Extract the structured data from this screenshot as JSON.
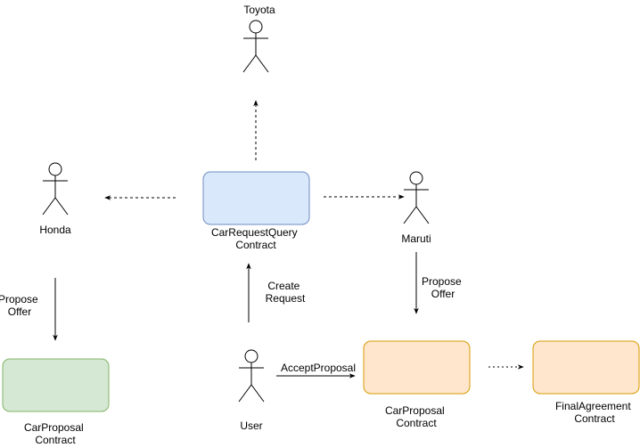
{
  "actors": {
    "toyota": "Toyota",
    "honda": "Honda",
    "maruti": "Maruti",
    "user": "User"
  },
  "boxes": {
    "car_request_query": [
      "CarRequestQuery",
      "Contract"
    ],
    "car_proposal_left": [
      "CarProposal",
      "Contract"
    ],
    "car_proposal_right": [
      "CarProposal",
      "Contract"
    ],
    "final_agreement": [
      "FinalAgreement",
      "Contract"
    ]
  },
  "edges": {
    "create_request": [
      "Create",
      "Request"
    ],
    "propose_offer_left": [
      "Propose",
      "Offer"
    ],
    "propose_offer_right": [
      "Propose",
      "Offer"
    ],
    "accept_proposal": "AcceptProposal"
  },
  "colors": {
    "blue_fill": "#dae8fc",
    "blue_stroke": "#6c8ebf",
    "green_fill": "#d5e8d4",
    "green_stroke": "#82b366",
    "orange_fill": "#ffe6cc",
    "orange_stroke": "#d79b00",
    "line": "#000000"
  }
}
